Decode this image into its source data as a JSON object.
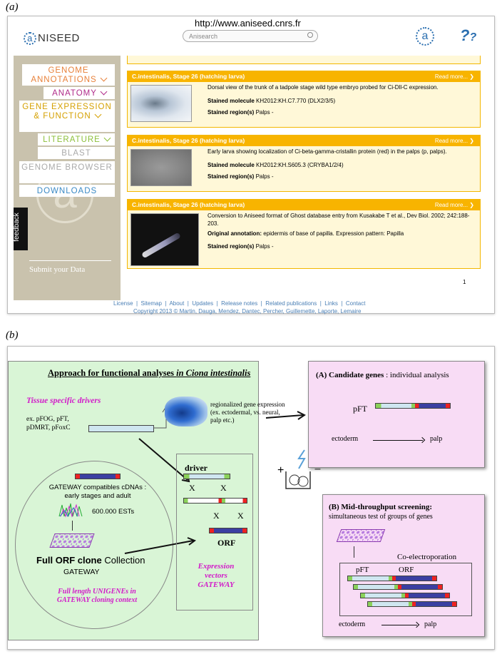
{
  "panel_a": {
    "label": "(a)",
    "url": "http://www.aniseed.cnrs.fr",
    "logo": "NISEED",
    "search_placeholder": "Anisearch",
    "help_icon_text": "?",
    "nav": [
      "GENOME ANNOTATIONS",
      "ANATOMY",
      "GENE EXPRESSION & FUNCTION",
      "LITERATURE",
      "BLAST",
      "GENOME BROWSER",
      "DOWNLOADS"
    ],
    "feedback": "feedback",
    "submit": "Submit your Data",
    "read_more": "Read more...",
    "cards": [
      {
        "title": "C.intestinalis, Stage 26 (hatching larva)",
        "desc": "Dorsal view of the trunk of a tadpole stage wild type embryo probed for Ci-Dll-C expression.",
        "mol_label": "Stained molecule",
        "mol": "KH2012:KH.C7.770 (DLX2/3/5)",
        "reg_label": "Stained region(s)",
        "reg": "Palps -"
      },
      {
        "title": "C.intestinalis, Stage 26 (hatching larva)",
        "desc": "Early larva showing localization of Ci-beta-gamma-cristallin protein (red) in the palps (p, palps).",
        "mol_label": "Stained molecule",
        "mol": "KH2012:KH.S605.3 (CRYBA1/2/4)",
        "reg_label": "Stained region(s)",
        "reg": "Palps -"
      },
      {
        "title": "C.intestinalis, Stage 26 (hatching larva)",
        "desc": "Conversion to Aniseed format of Ghost database entry from Kusakabe T et al., Dev Biol. 2002; 242:188-203.",
        "orig_label": "Original annotation:",
        "orig": "epidermis of base of papilla. Expression pattern: Papilla",
        "reg_label": "Stained region(s)",
        "reg": "Palps -"
      }
    ],
    "page_number": "1",
    "footer_links": [
      "License",
      "Sitemap",
      "About",
      "Updates",
      "Release notes",
      "Related publications",
      "Links",
      "Contact"
    ],
    "copyright": "Copyright 2013 © Martin, Dauga, Mendez, Dantec, Percher, Guillemette, Laporte, Lemaire"
  },
  "panel_b": {
    "label": "(b)",
    "title": "Approach for functional analyses in Ciona intestinalis",
    "tissue_drivers": "Tissue specific drivers",
    "driver_examples": "ex. pFOG, pFT, pDMRT, pFoxC",
    "regionalized": "regionalized gene expression (ex. ectodermal, vs. neural, palp etc.)",
    "gateway_cdnas": "GATEWAY compatibles cDNAs : early stages and adult",
    "ests": "600.000 ESTs",
    "full_orf": "Full ORF clone Collection GATEWAY",
    "unigenes": "Full length UNIGENEs in GATEWAY cloning context",
    "driver": "driver",
    "orf": "ORF",
    "expression_vectors": "Expression vectors GATEWAY",
    "box_a_title": "(A) Candidate genes",
    "box_a_sub": ": individual analysis",
    "pft": "pFT",
    "ectoderm": "ectoderm",
    "palp": "palp",
    "box_b_title": "(B) Mid-throughput screening:",
    "box_b_sub": "simultaneous test of groups of genes",
    "coelectro": "Co-electroporation",
    "plus": "+",
    "minus": "–"
  }
}
